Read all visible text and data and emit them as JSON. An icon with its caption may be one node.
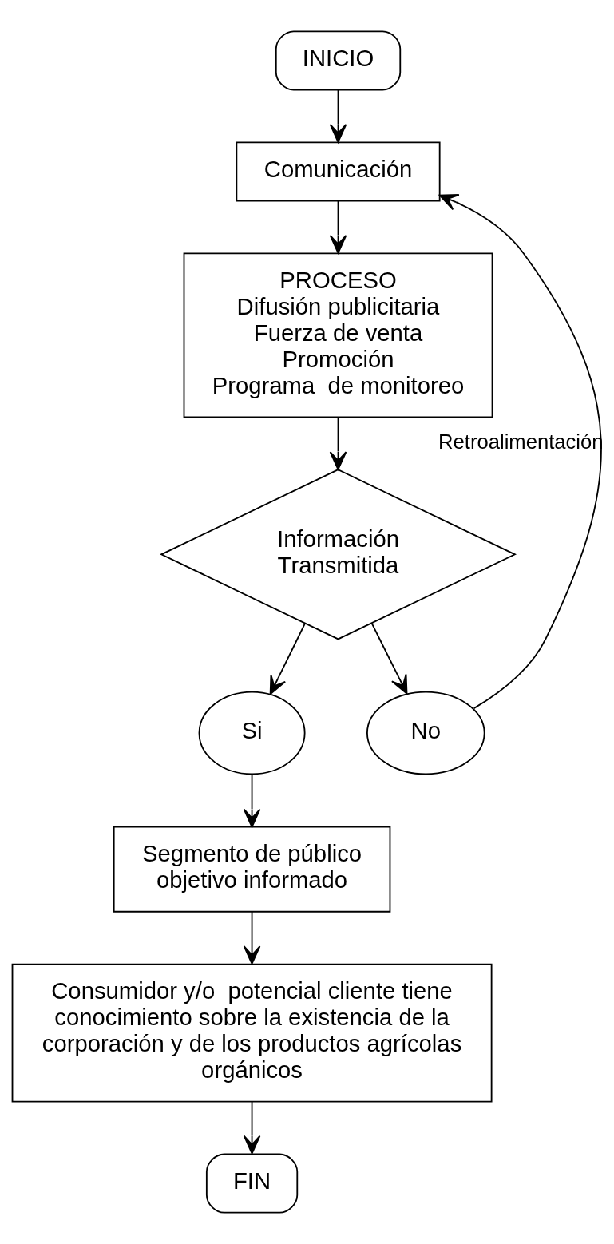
{
  "diagram": {
    "nodes": [
      {
        "text": [
          "INICIO"
        ]
      },
      {
        "text": [
          "Comunicación"
        ]
      },
      {
        "text": [
          "PROCESO",
          "Difusión publicitaria",
          "Fuerza de venta",
          "Promoción",
          "Programa  de monitoreo"
        ]
      },
      {
        "text": [
          "Información Transmitida"
        ]
      },
      {
        "text": [
          "Si"
        ]
      },
      {
        "text": [
          "No"
        ]
      },
      {
        "text": [
          "Segmento de público objetivo informado"
        ]
      },
      {
        "text": [
          "Consumidor y/o  potencial cliente tiene conocimiento sobre la existencia de la corporación y de los productos agrícolas orgánicos"
        ]
      },
      {
        "text": [
          "FIN"
        ]
      }
    ],
    "edges": [
      {
        "from": 0,
        "to": 1,
        "arrow": "to"
      },
      {
        "from": 1,
        "to": 2,
        "arrow": "to"
      },
      {
        "from": 2,
        "to": 3,
        "arrow": "to"
      },
      {
        "from": 3,
        "to": 4,
        "arrow": "to"
      },
      {
        "from": 3,
        "to": 5,
        "arrow": "to"
      },
      {
        "from": 5,
        "to": 1,
        "arrow": "to",
        "label": "Retroalimentación"
      },
      {
        "from": 4,
        "to": 6,
        "arrow": "to"
      },
      {
        "from": 6,
        "to": 7,
        "arrow": "to"
      },
      {
        "from": 7,
        "to": 8,
        "arrow": "to"
      }
    ]
  }
}
